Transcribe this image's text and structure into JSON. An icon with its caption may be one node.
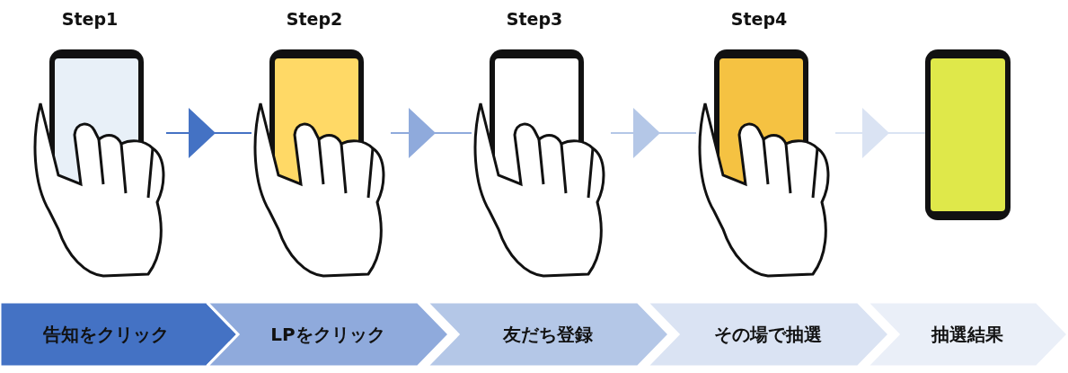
{
  "diagram": {
    "nodes": [
      {
        "text": [],
        "shape": "picture"
      },
      {
        "text": [],
        "shape": "picture"
      },
      {
        "text": [],
        "shape": "picture"
      },
      {
        "text": [],
        "shape": "picture"
      },
      {
        "text": [],
        "shape": "picture"
      },
      {
        "text": [
          "告知をクリック"
        ]
      },
      {
        "text": [
          "LPをクリック"
        ]
      },
      {
        "text": [
          "友だち登録"
        ]
      },
      {
        "text": [
          "その場で抽選"
        ]
      },
      {
        "text": [
          "抽選結果"
        ]
      }
    ],
    "edges": [
      {
        "from": 0,
        "to": 1,
        "arrow": "to",
        "color": "#4472c4"
      },
      {
        "from": 1,
        "to": 2,
        "arrow": "to",
        "color": "#8faadc"
      },
      {
        "from": 2,
        "to": 3,
        "arrow": "to",
        "color": "#b4c7e7"
      },
      {
        "from": 3,
        "to": 4,
        "arrow": "to",
        "color": "#dae3f3"
      }
    ],
    "labels": [
      "Step1",
      "Step2",
      "Step3",
      "Step4"
    ]
  }
}
